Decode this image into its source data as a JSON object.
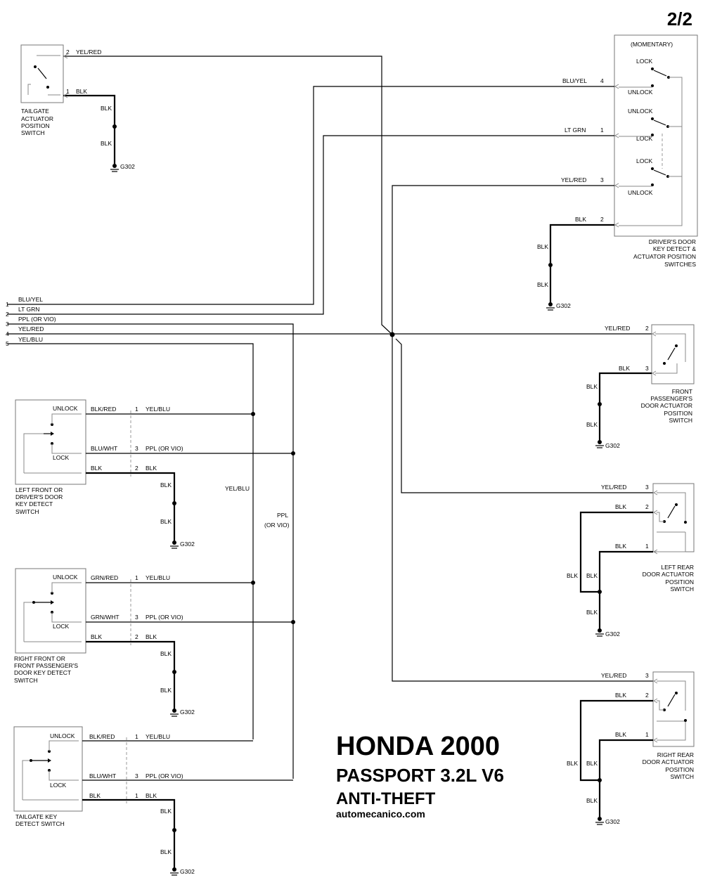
{
  "page_number": "2/2",
  "title": {
    "line1": "HONDA 2000",
    "line2": "PASSPORT 3.2L V6",
    "line3": "ANTI-THEFT",
    "site": "automecanico.com"
  },
  "ground_label": "G302",
  "components": {
    "tailgate_actuator": [
      "TAILGATE",
      "ACTUATOR",
      "POSITION",
      "SWITCH"
    ],
    "drivers_door": [
      "DRIVER'S DOOR",
      "KEY DETECT &",
      "ACTUATOR POSITION",
      "SWITCHES"
    ],
    "drivers_door_momentary": "(MOMENTARY)",
    "front_passenger": [
      "FRONT",
      "PASSENGER'S",
      "DOOR ACTUATOR",
      "POSITION",
      "SWITCH"
    ],
    "left_front_key": [
      "LEFT FRONT OR",
      "DRIVER'S DOOR",
      "KEY DETECT",
      "SWITCH"
    ],
    "right_front_key": [
      "RIGHT FRONT OR",
      "FRONT PASSENGER'S",
      "DOOR KEY DETECT",
      "SWITCH"
    ],
    "tailgate_key": [
      "TAILGATE KEY",
      "DETECT SWITCH"
    ],
    "left_rear": [
      "LEFT REAR",
      "DOOR ACTUATOR",
      "POSITION",
      "SWITCH"
    ],
    "right_rear": [
      "RIGHT REAR",
      "DOOR ACTUATOR",
      "POSITION",
      "SWITCH"
    ]
  },
  "switch_labels": {
    "lock": "LOCK",
    "unlock": "UNLOCK"
  },
  "harness": [
    {
      "pin": "1",
      "wire": "BLU/YEL"
    },
    {
      "pin": "2",
      "wire": "LT GRN"
    },
    {
      "pin": "3",
      "wire": "PPL (OR VIO)"
    },
    {
      "pin": "4",
      "wire": "YEL/RED"
    },
    {
      "pin": "5",
      "wire": "YEL/BLU"
    }
  ],
  "wires": {
    "ta_pin2": "2",
    "ta_pin2_wire": "YEL/RED",
    "ta_pin1": "1",
    "ta_pin1_wire": "BLK",
    "blk": "BLK",
    "dd_pin4": "4",
    "dd_pin4_wire": "BLU/YEL",
    "dd_pin1": "1",
    "dd_pin1_wire": "LT GRN",
    "dd_pin3": "3",
    "dd_pin3_wire": "YEL/RED",
    "dd_pin2": "2",
    "dd_pin2_wire": "BLK",
    "fp_pin2": "2",
    "fp_pin2_wire": "YEL/RED",
    "fp_pin3": "3",
    "fp_pin3_wire": "BLK",
    "lf_w1": "BLK/RED",
    "lf_w2": "BLU/WHT",
    "lf_w3": "BLK",
    "rf_w1": "GRN/RED",
    "rf_w2": "GRN/WHT",
    "rf_w3": "BLK",
    "tk_w1": "BLK/RED",
    "tk_w2": "BLU/WHT",
    "tk_w3": "BLK",
    "out_yelblu": "YEL/BLU",
    "out_ppl": "PPL (OR VIO)",
    "out_blk": "BLK",
    "pin1": "1",
    "pin2": "2",
    "pin3": "3",
    "vert_yelblu": "YEL/BLU",
    "vert_ppl1": "PPL",
    "vert_ppl2": "(OR VIO)",
    "lr_pin3": "3",
    "lr_pin3_wire": "YEL/RED",
    "lr_pin2": "2",
    "lr_pin2_wire": "BLK",
    "lr_pin1": "1",
    "lr_pin1_wire": "BLK",
    "rr_pin3": "3",
    "rr_pin3_wire": "YEL/RED",
    "rr_pin2": "2",
    "rr_pin2_wire": "BLK",
    "rr_pin1": "1",
    "rr_pin1_wire": "BLK"
  }
}
